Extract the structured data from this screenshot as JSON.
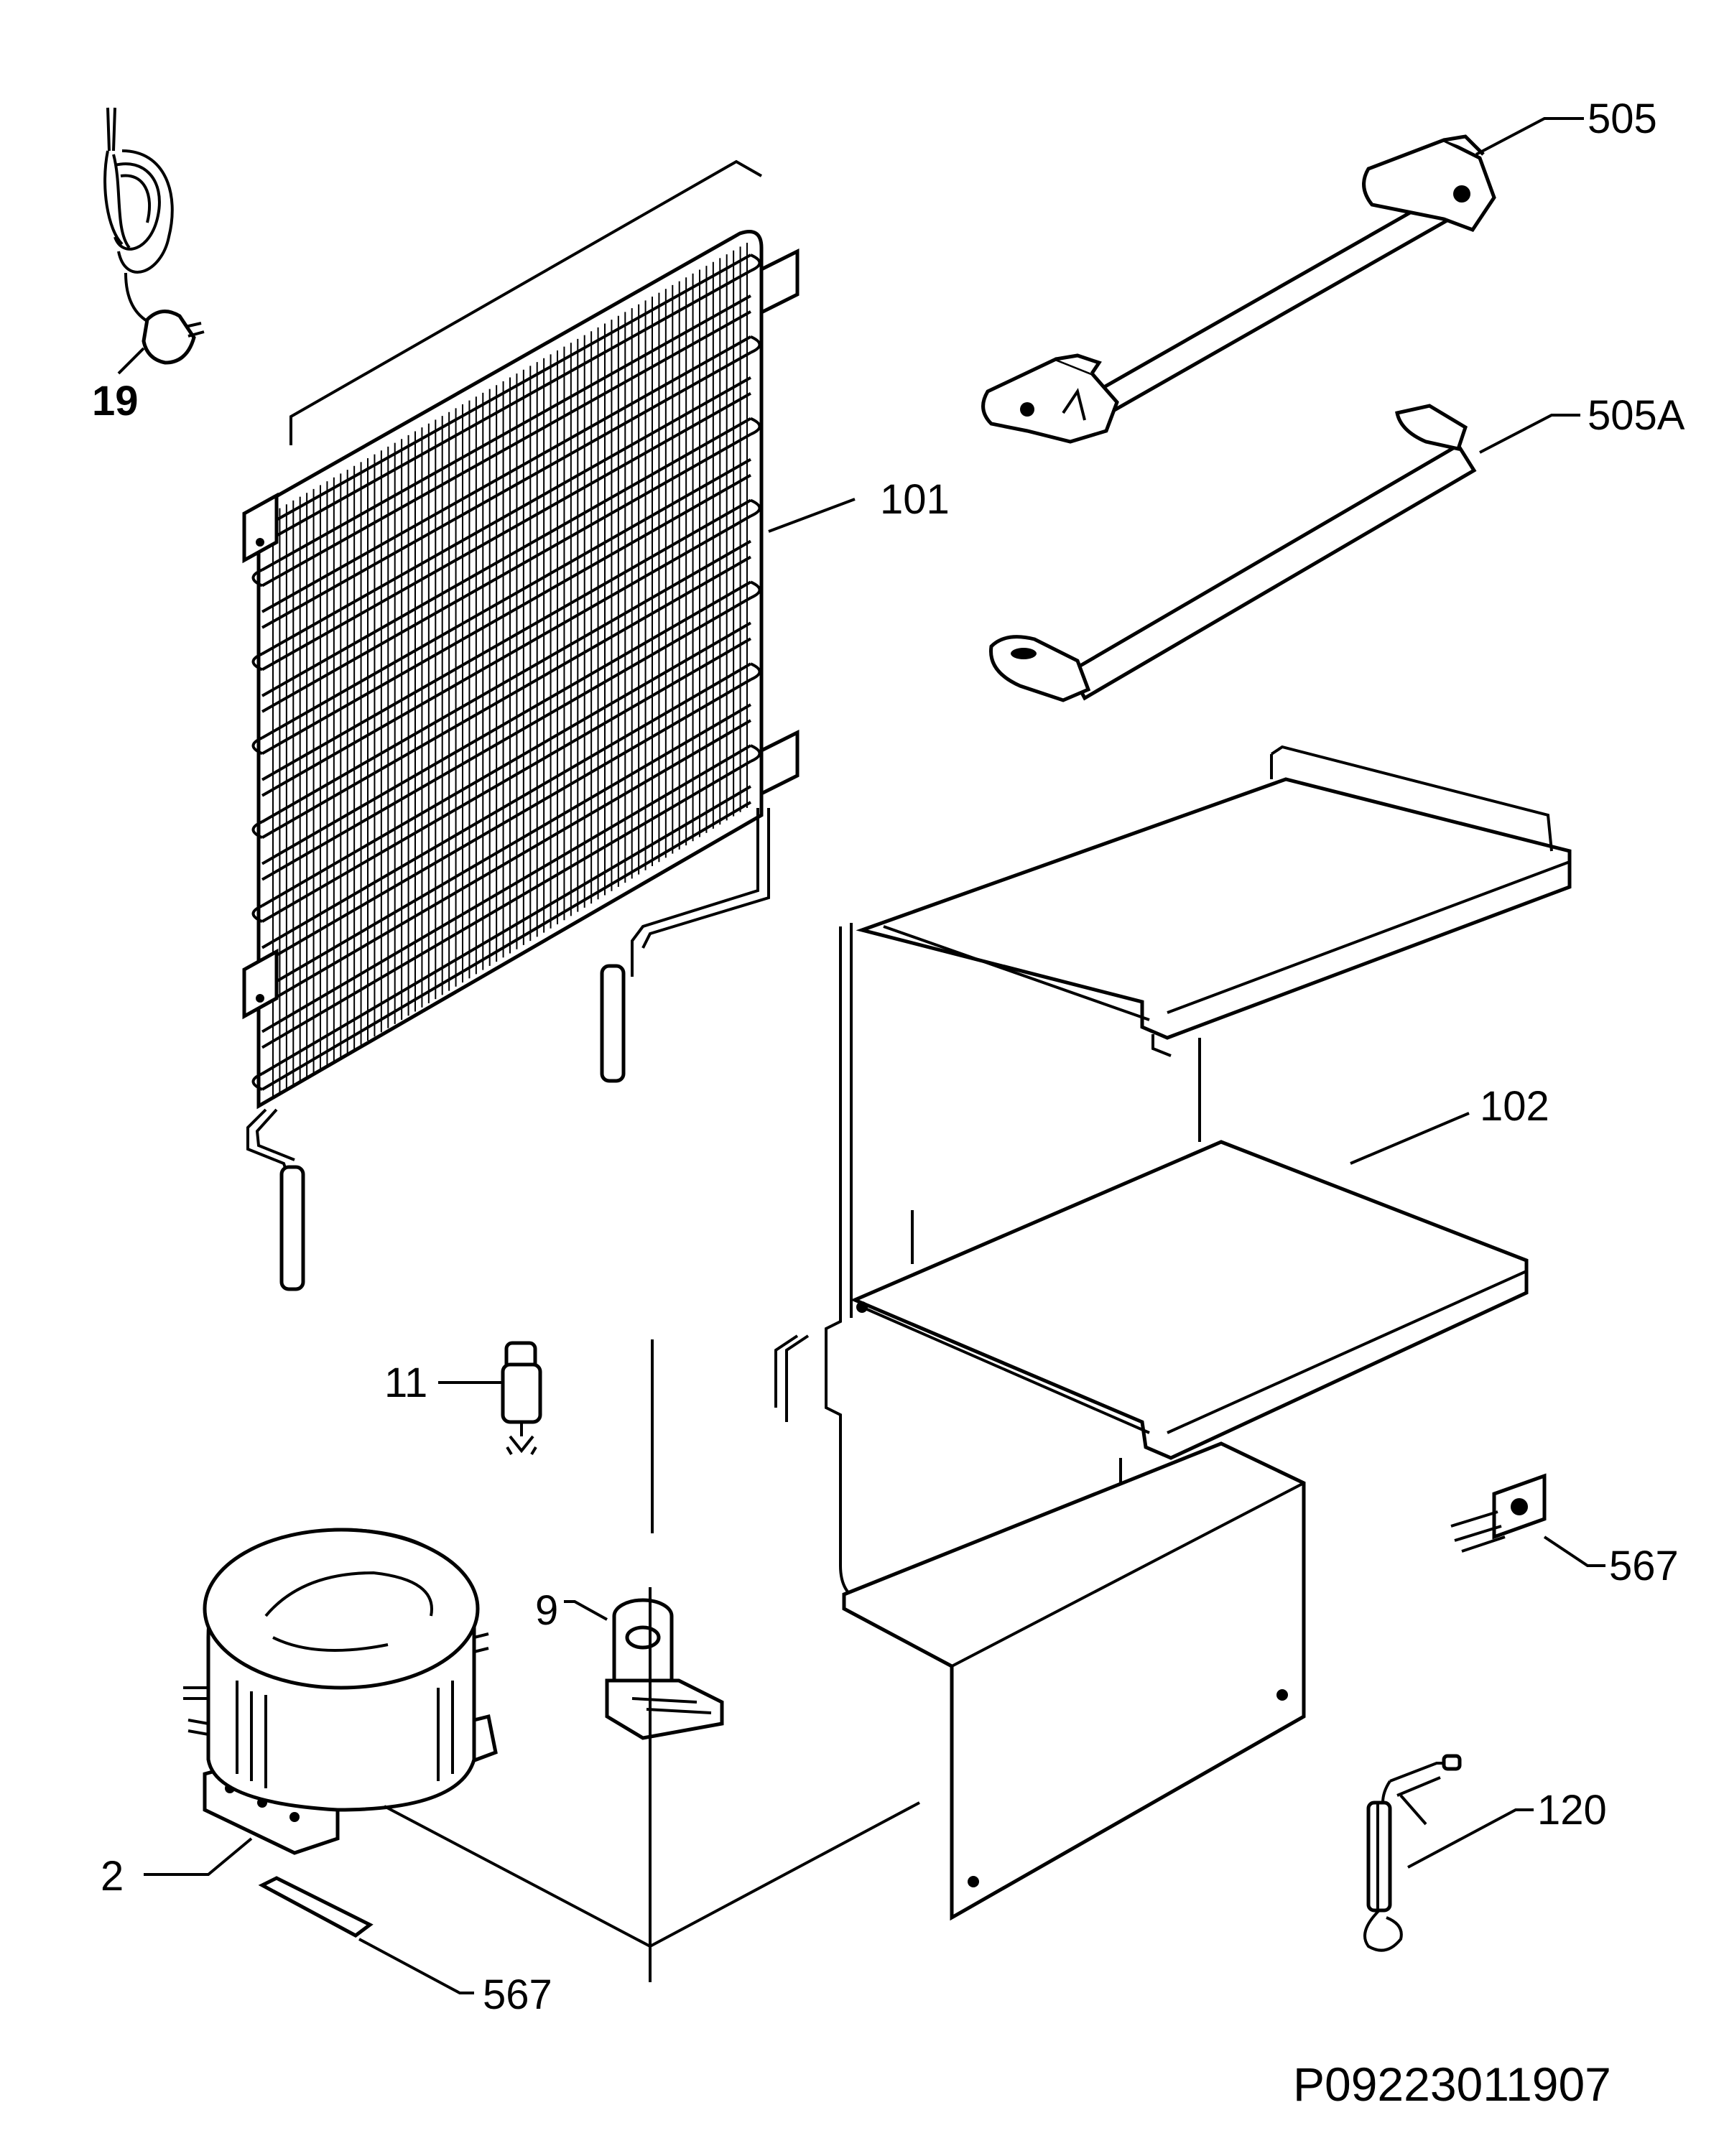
{
  "labels": {
    "l19": "19",
    "l101": "101",
    "l505": "505",
    "l505a": "505A",
    "l102": "102",
    "l11": "11",
    "l9": "9",
    "l567_right": "567",
    "l2": "2",
    "l567_bottom": "567",
    "l120": "120"
  },
  "drawing_code": "P09223011907"
}
